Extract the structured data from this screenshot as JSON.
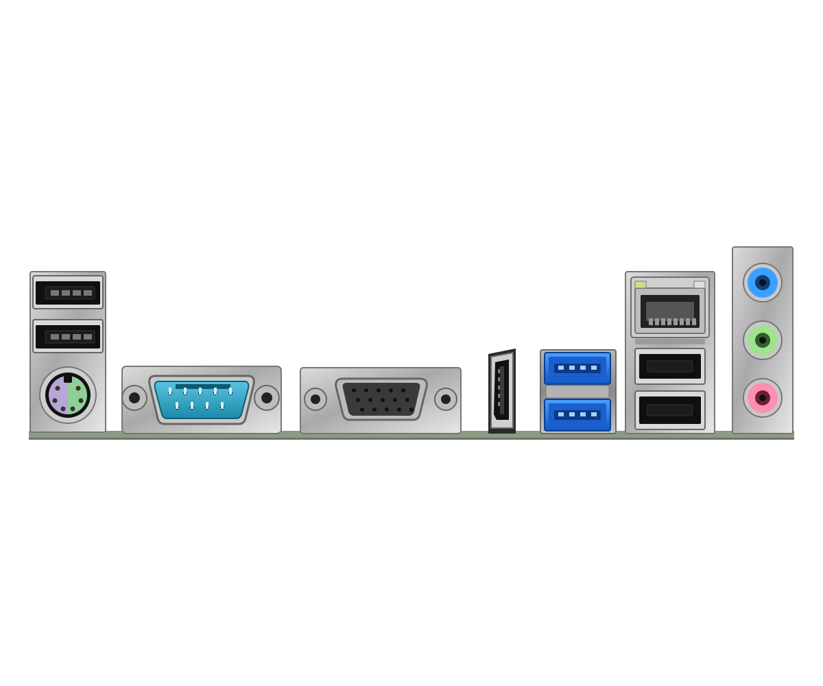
{
  "scene": {
    "subject": "motherboard-rear-io-panel",
    "background_color": "#ffffff",
    "pcb_color": "#8e9a84"
  },
  "connectors": [
    {
      "id": "usb2-port-1",
      "kind": "USB 2.0",
      "color": "#111111"
    },
    {
      "id": "usb2-port-2",
      "kind": "USB 2.0",
      "color": "#111111"
    },
    {
      "id": "ps2-port",
      "kind": "PS/2 combo",
      "color_left": "#b7a6d6",
      "color_right": "#8fcf95"
    },
    {
      "id": "serial-port",
      "kind": "COM (DB-9)",
      "color": "#2aa3c2"
    },
    {
      "id": "vga-port",
      "kind": "D-Sub (VGA)",
      "color": "#3a3a3a"
    },
    {
      "id": "hdmi-port",
      "kind": "HDMI",
      "color": "#1b1b1b"
    },
    {
      "id": "usb3-port-1",
      "kind": "USB 3.x",
      "color": "#1f73d6"
    },
    {
      "id": "usb3-port-2",
      "kind": "USB 3.x",
      "color": "#1f73d6"
    },
    {
      "id": "rj45-port",
      "kind": "LAN (RJ-45)",
      "led_left": "#d8d88a",
      "led_right": "#e0e0e0"
    },
    {
      "id": "usb2-port-3",
      "kind": "USB 2.0",
      "color": "#111111"
    },
    {
      "id": "usb2-port-4",
      "kind": "USB 2.0",
      "color": "#111111"
    },
    {
      "id": "audio-line-in",
      "kind": "3.5mm audio",
      "color": "#3aa0ff"
    },
    {
      "id": "audio-line-out",
      "kind": "3.5mm audio",
      "color": "#9fe28f"
    },
    {
      "id": "audio-mic-in",
      "kind": "3.5mm audio",
      "color": "#ff8fb0"
    }
  ]
}
